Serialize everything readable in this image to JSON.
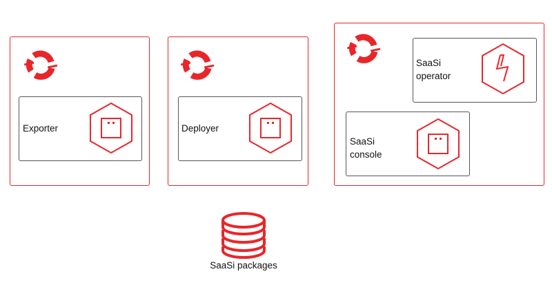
{
  "colors": {
    "accent": "#e8262a",
    "component_border": "#555555",
    "text": "#111111"
  },
  "clusters": [
    {
      "name": "exporter-cluster",
      "icon": "openshift-logo",
      "components": [
        {
          "label": "Exporter",
          "icon": "container-icon"
        }
      ]
    },
    {
      "name": "deployer-cluster",
      "icon": "openshift-logo",
      "components": [
        {
          "label": "Deployer",
          "icon": "container-icon"
        }
      ]
    },
    {
      "name": "saasi-cluster",
      "icon": "openshift-logo",
      "components": [
        {
          "label": "SaaSi\noperator",
          "icon": "operator-icon"
        },
        {
          "label": "SaaSi\nconsole",
          "icon": "container-icon"
        }
      ]
    }
  ],
  "storage": {
    "label": "SaaSi packages",
    "icon": "database-icon"
  }
}
